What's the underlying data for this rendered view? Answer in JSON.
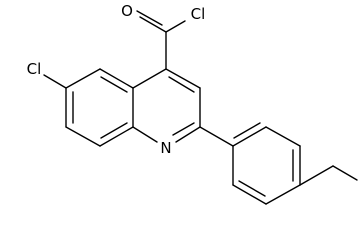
{
  "atoms": {
    "oxygen": "O",
    "acyl_chlorine": "Cl",
    "ring_chlorine": "Cl",
    "nitrogen": "N"
  },
  "colors": {
    "bond": "#000000",
    "label": "#000000",
    "background": "#ffffff"
  }
}
